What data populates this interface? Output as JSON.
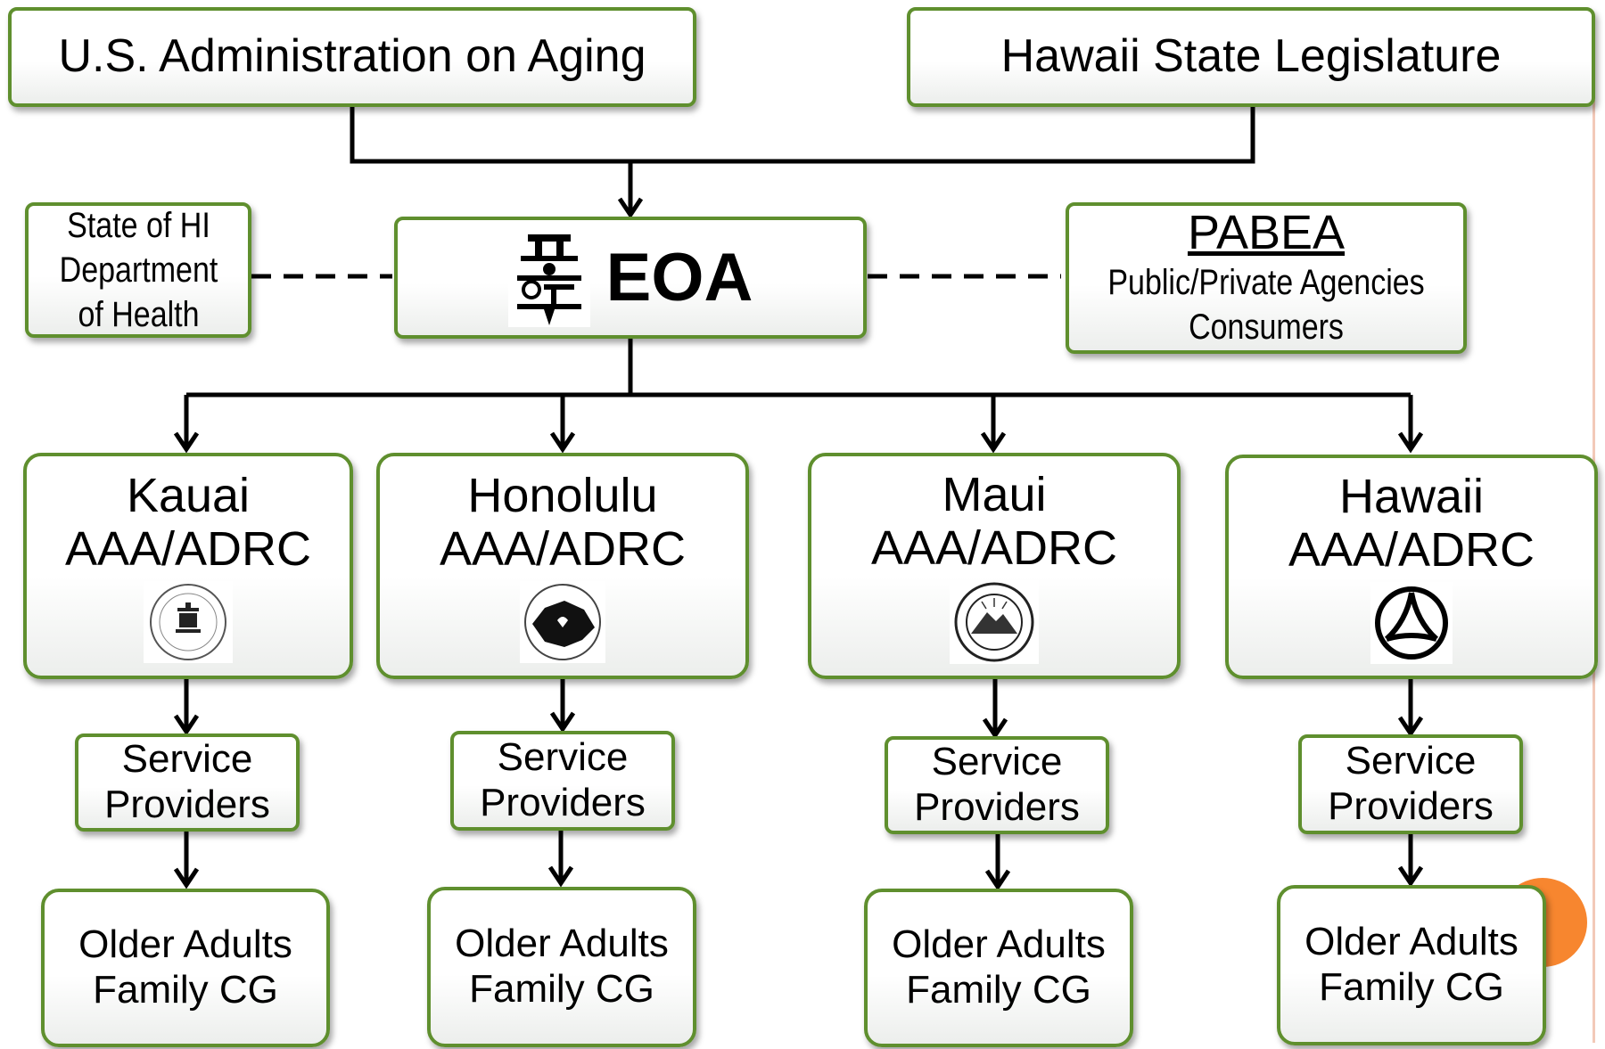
{
  "top": {
    "us_admin": "U.S. Administration on Aging",
    "legislature": "Hawaii State Legislature"
  },
  "eoa": {
    "label": "EOA",
    "logo_icon": "petroglyph-logo-icon"
  },
  "doh": {
    "lines": [
      "State of HI",
      "Department",
      "of Health"
    ]
  },
  "pabea": {
    "title": "PABEA",
    "lines": [
      "Public/Private Agencies",
      "Consumers"
    ]
  },
  "aaas": [
    {
      "name": "Kauai",
      "sub": "AAA/ADRC",
      "seal_icon": "kauai-county-seal-icon"
    },
    {
      "name": "Honolulu",
      "sub": "AAA/ADRC",
      "seal_icon": "elderly-affairs-division-seal-icon"
    },
    {
      "name": "Maui",
      "sub": "AAA/ADRC",
      "seal_icon": "maui-county-seal-icon"
    },
    {
      "name": "Hawaii",
      "sub": "AAA/ADRC",
      "seal_icon": "hawaii-county-logo-icon"
    }
  ],
  "service_providers": [
    "Service",
    "Providers"
  ],
  "older_adults": [
    "Older Adults",
    "Family CG"
  ],
  "colors": {
    "box_border": "#5f8f2e",
    "accent_orange": "#f7862f",
    "connector": "#000000"
  }
}
